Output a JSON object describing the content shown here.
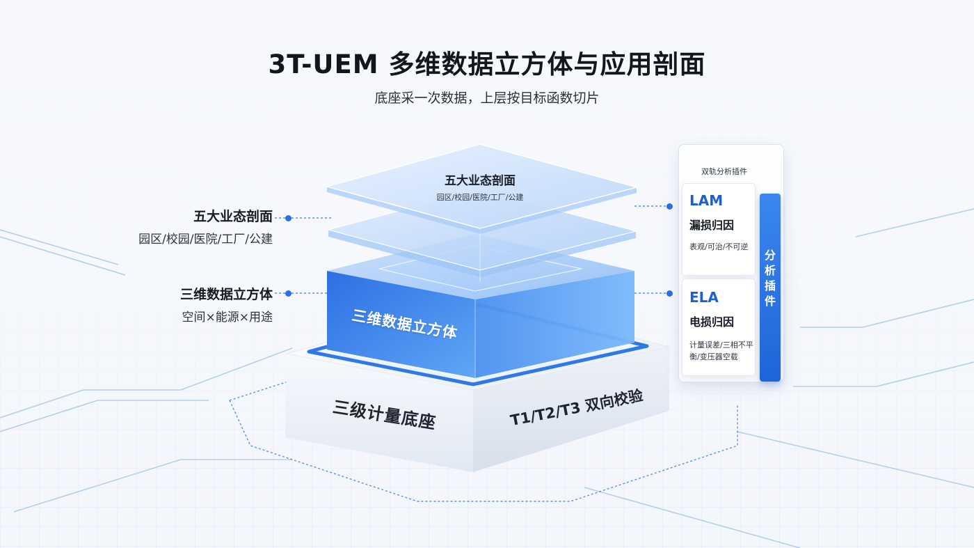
{
  "title": "3T-UEM 多维数据立方体与应用剖面",
  "subtitle": "底座采一次数据，上层按目标函数切片",
  "left_labels": {
    "profiles": {
      "heading": "五大业态剖面",
      "sub": "园区/校园/医院/工厂/公建"
    },
    "cube": {
      "heading": "三维数据立方体",
      "sub": "空间×能源×用途"
    }
  },
  "stack": {
    "top_slab": {
      "title": "五大业态剖面",
      "sub": "园区/校园/医院/工厂/公建"
    },
    "cube_label": "三维数据立方体",
    "base_left": "三级计量底座",
    "base_right": "T1/T2/T3 双向校验"
  },
  "panel": {
    "title": "双轨分析插件",
    "bar_label": "分析插件",
    "cards": [
      {
        "code": "LAM",
        "name": "漏损归因",
        "desc": "表观/可治/不可逆"
      },
      {
        "code": "ELA",
        "name": "电损归因",
        "desc": "计量误差/三相不平衡/变压器空载"
      }
    ]
  },
  "colors": {
    "accent": "#2b6fe0",
    "cube_blue": "#3a7fea",
    "slab_blue": "#cfe1fb",
    "background": "#f3f6fb"
  }
}
